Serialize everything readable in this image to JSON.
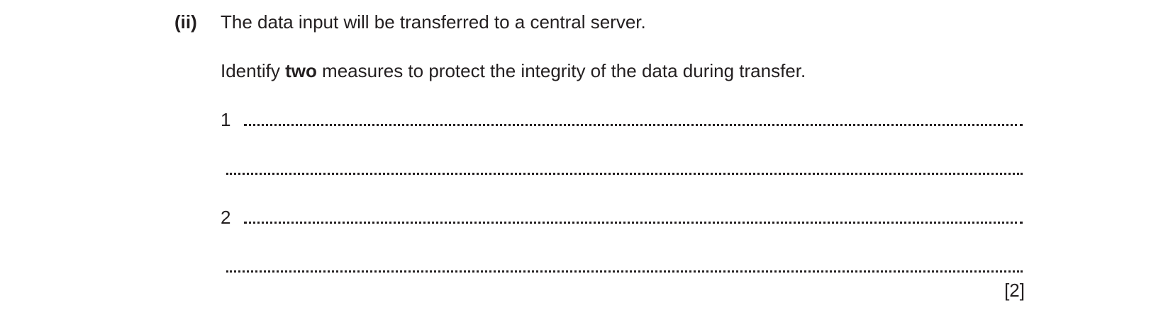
{
  "question": {
    "number": "(ii)",
    "stem": "The data input will be transferred to a central server.",
    "instruction": {
      "before": "Identify ",
      "emphasis": "two",
      "after": " measures to protect the integrity of the data during transfer."
    },
    "answers": [
      {
        "label": "1"
      },
      {
        "label": "2"
      }
    ],
    "marks": "[2]"
  }
}
